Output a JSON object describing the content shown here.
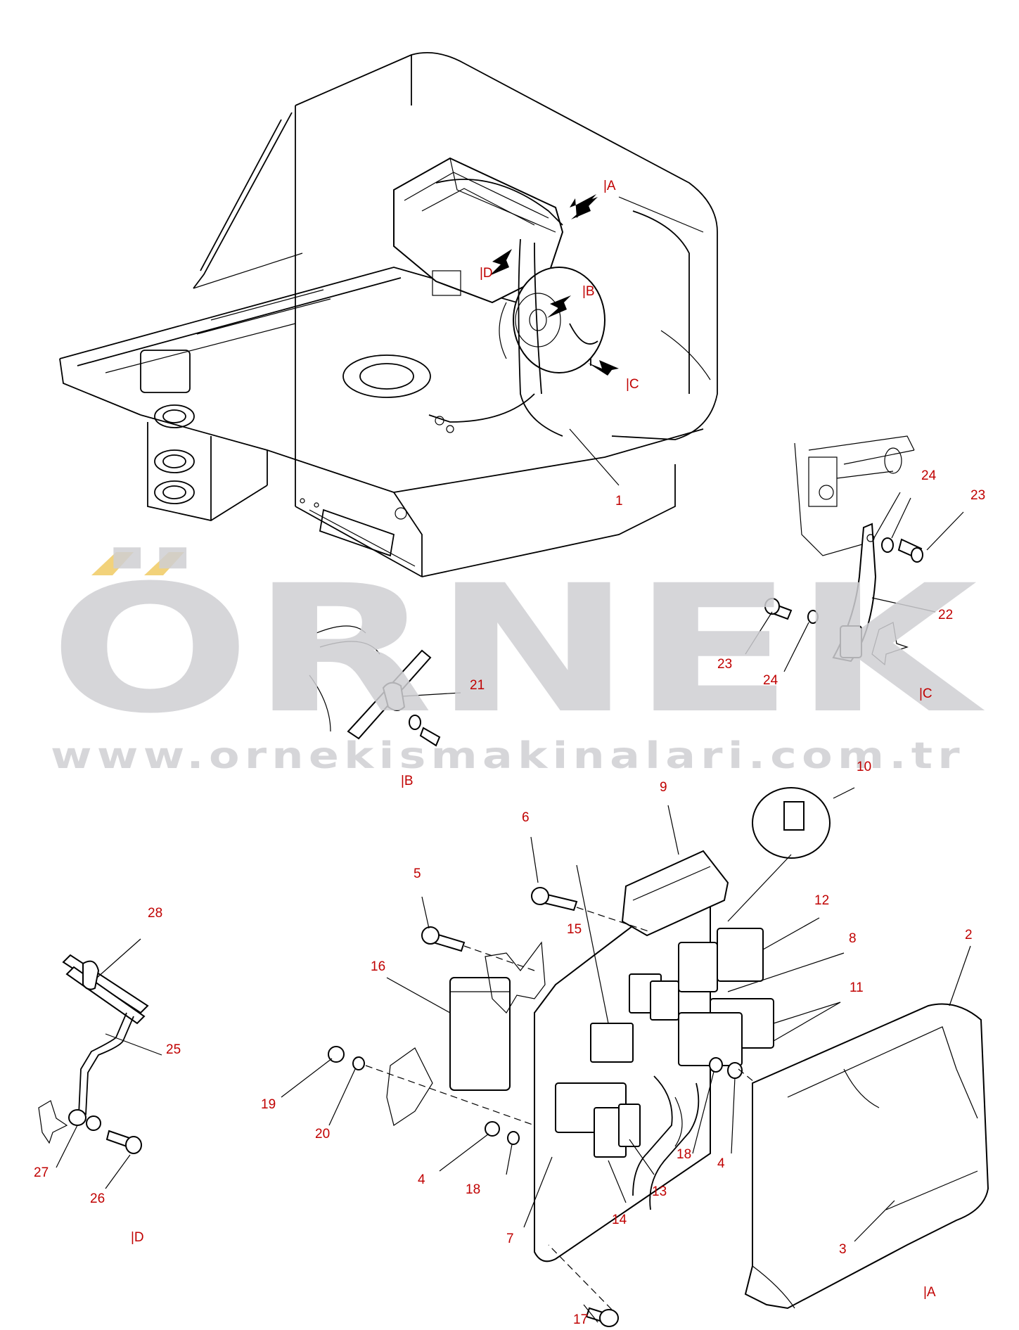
{
  "watermark": {
    "brand": "ÖRNEK",
    "url": "www.ornekismakinalari.com.tr",
    "accent_color": "#f2d27a",
    "text_color": "#cfcfd3"
  },
  "label_color": "#c00000",
  "sections": {
    "A1": "|A",
    "B1": "|B",
    "C1": "|C",
    "D1": "|D",
    "B2": "|B",
    "C2": "|C",
    "D2": "|D",
    "A2": "|A"
  },
  "callouts": {
    "c1": "1",
    "c2": "2",
    "c3": "3",
    "c4a": "4",
    "c4b": "4",
    "c5": "5",
    "c6": "6",
    "c7": "7",
    "c8": "8",
    "c9": "9",
    "c10": "10",
    "c11": "11",
    "c12": "12",
    "c13": "13",
    "c14": "14",
    "c15": "15",
    "c16": "16",
    "c17": "17",
    "c18a": "18",
    "c18b": "18",
    "c19": "19",
    "c20": "20",
    "c21": "21",
    "c22": "22",
    "c23a": "23",
    "c23b": "23",
    "c24a": "24",
    "c24b": "24",
    "c25": "25",
    "c26": "26",
    "c27": "27",
    "c28": "28"
  }
}
